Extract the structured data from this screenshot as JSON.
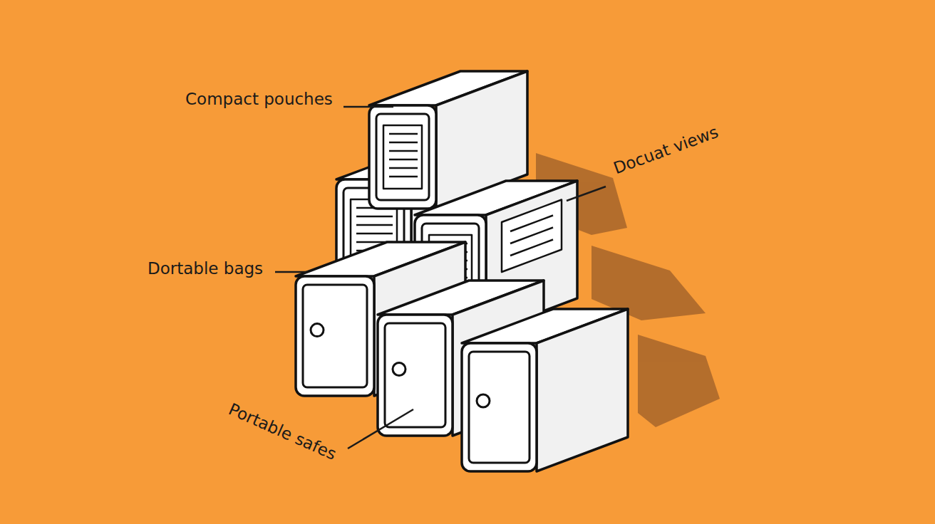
{
  "diagram": {
    "labels": [
      "Compact pouches",
      "Docuat views",
      "Dortable bags",
      "Portable safes"
    ]
  }
}
